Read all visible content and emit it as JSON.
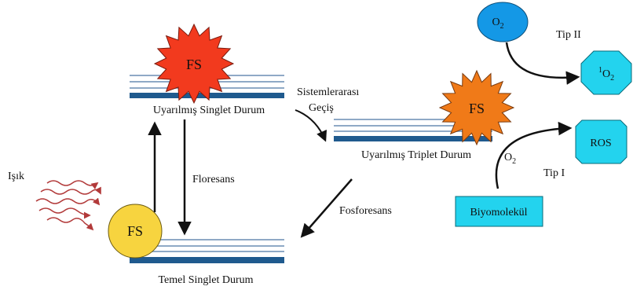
{
  "fs_label": "FS",
  "levels": {
    "excited_singlet": "Uyarılmış Singlet Durum",
    "triplet": "Uyarılmış Triplet Durum",
    "ground": "Temel Singlet Durum"
  },
  "processes": {
    "isc_line1": "Sistemlerarası",
    "isc_line2": "Geçiş",
    "fluorescence": "Floresans",
    "phosphorescence": "Fosforesans",
    "light": "Işık"
  },
  "molecules": {
    "o2_base": "O",
    "o2_sub": "2",
    "singlet_oxygen_sup": "1",
    "ros": "ROS",
    "biomolecule": "Biyomolekül"
  },
  "types": {
    "type2": "Tip II",
    "type1": "Tip I"
  },
  "colors": {
    "line_dark": "#1f5a8e",
    "line_light": "#8fa9c6",
    "fs_red": "#f23a1e",
    "fs_orange": "#f07a18",
    "fs_yellow": "#f7d43f",
    "o2_blue": "#1498e6",
    "cyan": "#23d3ee",
    "light_arrow": "#b23a3a"
  }
}
